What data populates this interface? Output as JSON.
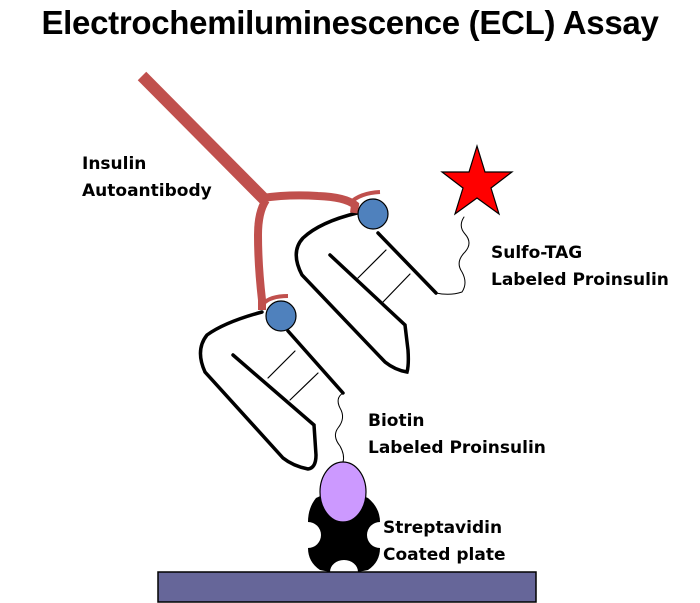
{
  "title": "Electrochemiluminescence (ECL) Assay",
  "labels": {
    "antibody": [
      "Insulin",
      "Autoantibody"
    ],
    "sulfo_tag": [
      "Sulfo-TAG",
      "Labeled Proinsulin"
    ],
    "biotin": [
      "Biotin",
      "Labeled Proinsulin"
    ],
    "streptavidin": [
      "Streptavidin",
      "Coated plate"
    ]
  },
  "components": [
    {
      "name": "Insulin Autoantibody",
      "shape": "Y-shaped antibody",
      "color": "#C0504D"
    },
    {
      "name": "Sulfo-TAG Labeled Proinsulin",
      "shape": "hairpin loop with red star tag",
      "tag_color": "#FF0000"
    },
    {
      "name": "Biotin Labeled Proinsulin",
      "shape": "hairpin loop attached to biotin",
      "biotin_color": "#CC99FF"
    },
    {
      "name": "Streptavidin Coated plate",
      "shape": "black streptavidin on plate",
      "plate_color": "#666699"
    }
  ],
  "colors": {
    "antibody": "#C0504D",
    "epitope": "#4F81BD",
    "star": "#FF0000",
    "biotin": "#CC99FF",
    "streptavidin": "#000000",
    "plate": "#666699",
    "line": "#000000",
    "background": "#FFFFFF"
  }
}
